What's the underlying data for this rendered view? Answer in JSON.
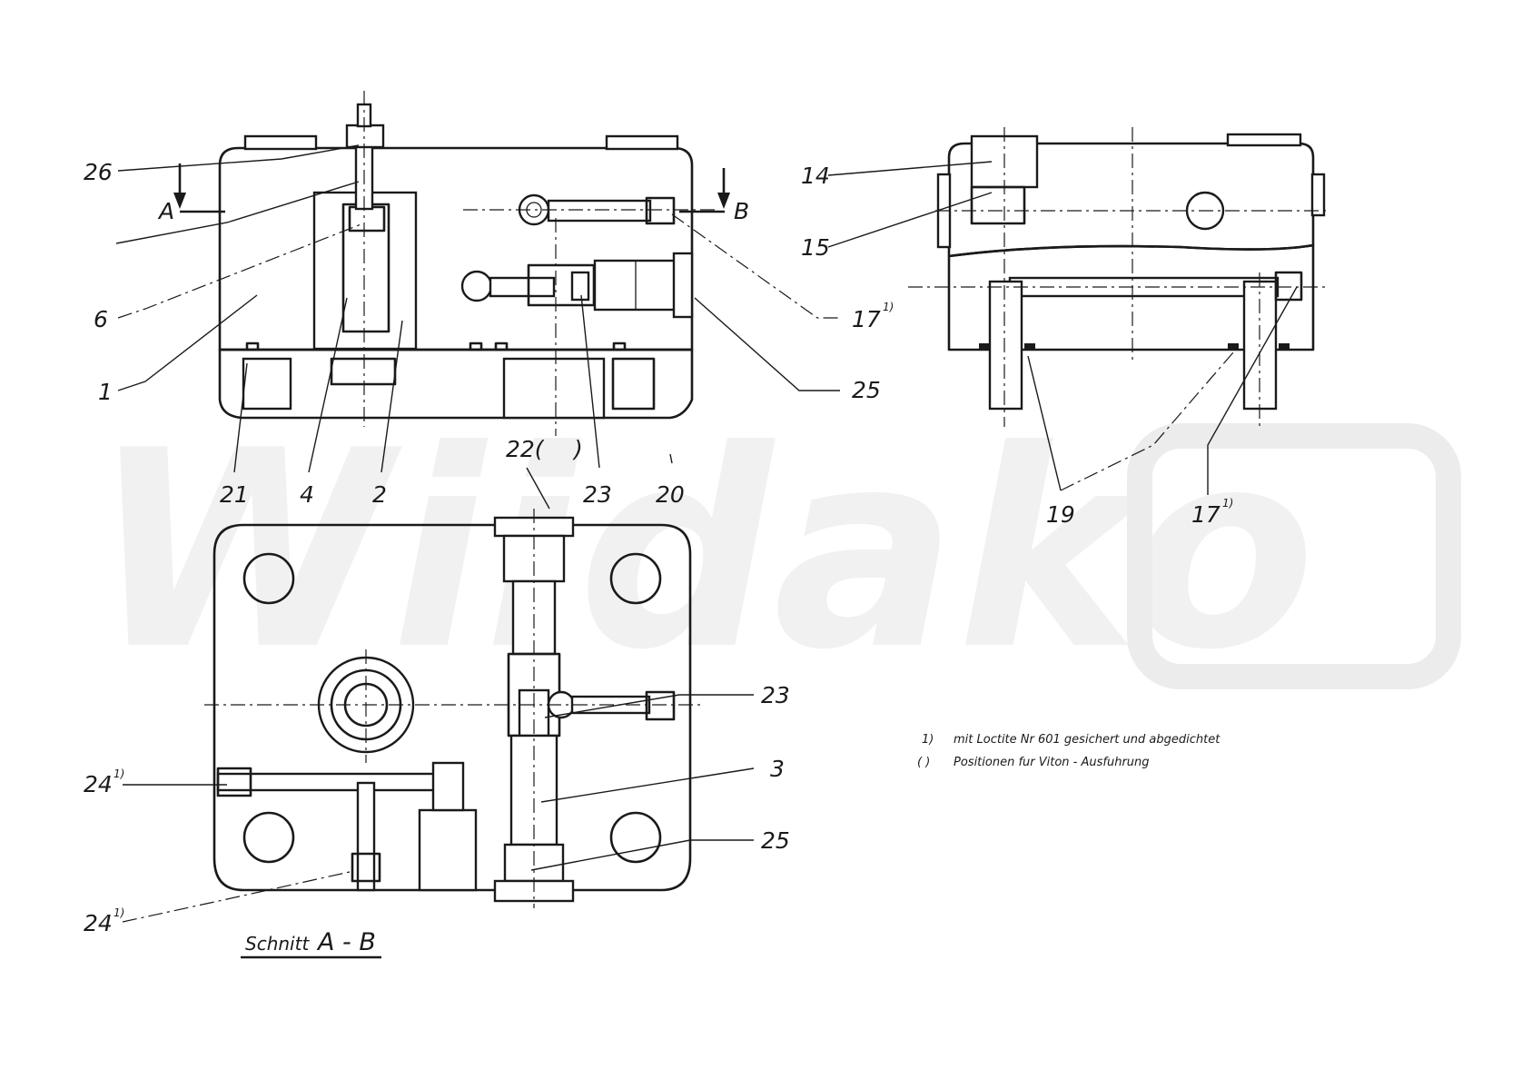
{
  "watermark": "Wiidako",
  "top_view": {
    "labels": {
      "p26": "26",
      "a": "A",
      "b": "B",
      "p6": "6",
      "p1": "1",
      "p21": "21",
      "p4": "4",
      "p2": "2",
      "p22": "22(",
      "p22_close": ")",
      "p23": "23",
      "p20": "20",
      "p17": "17",
      "p17_sup": "1)",
      "p25": "25"
    }
  },
  "side_view": {
    "labels": {
      "p14": "14",
      "p15": "15",
      "p19": "19",
      "p17": "17",
      "p17_sup": "1)"
    }
  },
  "section_view": {
    "labels": {
      "p23": "23",
      "p3": "3",
      "p25": "25",
      "p24a": "24",
      "p24a_sup": "1)",
      "p24b": "24",
      "p24b_sup": "1)"
    },
    "caption_word": "Schnitt",
    "caption_letters": "A - B"
  },
  "notes": {
    "line1_marker": "1)",
    "line1_text": "mit Loctite  Nr  601  gesichert und abgedichtet",
    "line2_marker": "(  )",
    "line2_text": "Positionen  fur  Viton - Ausfuhrung"
  }
}
